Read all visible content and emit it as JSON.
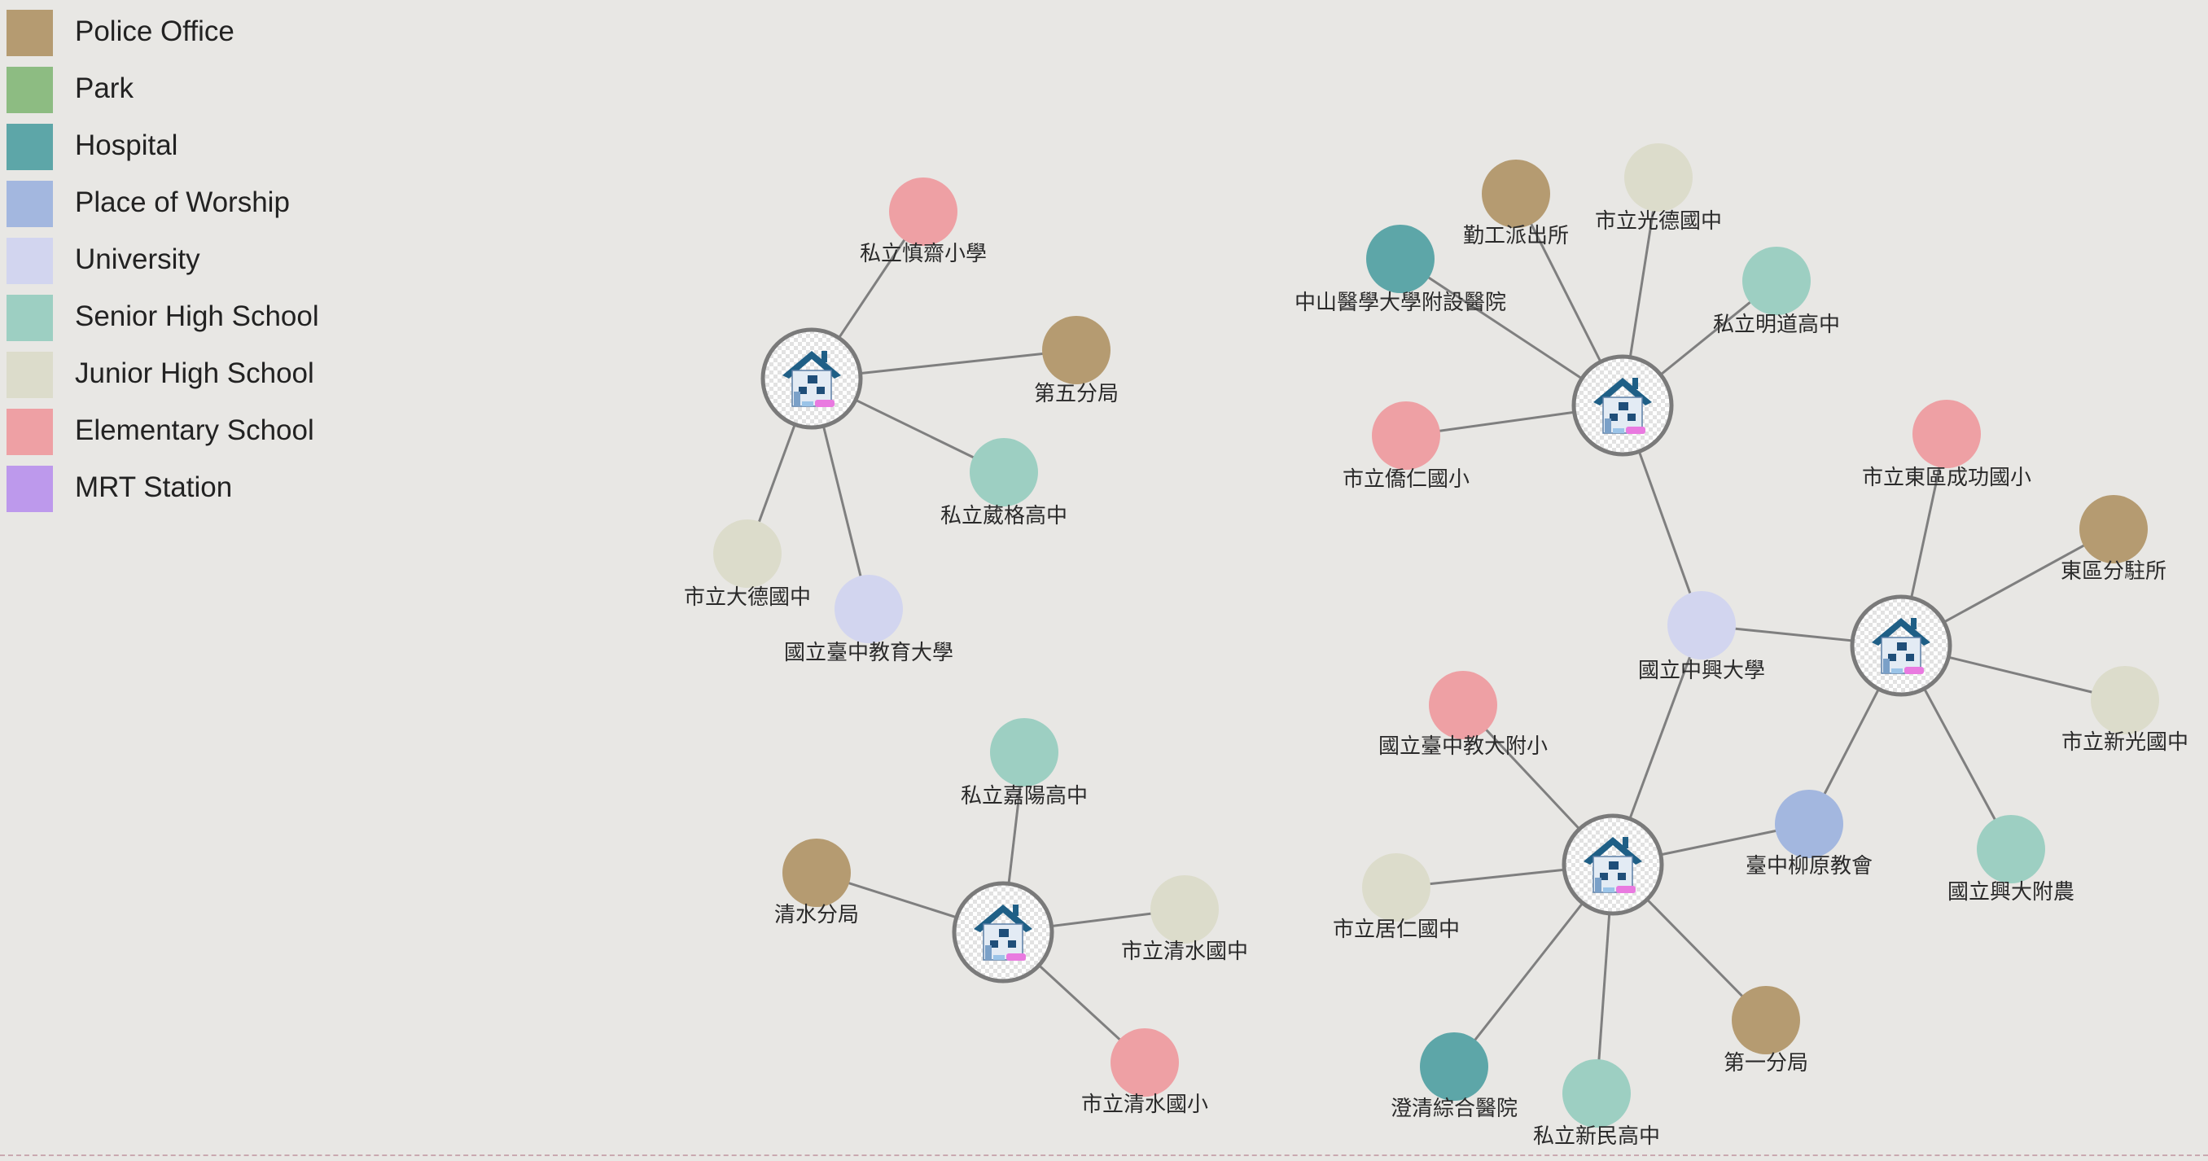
{
  "legend": [
    {
      "label": "Police Office",
      "color": "#b59b71"
    },
    {
      "label": "Park",
      "color": "#8dbc82"
    },
    {
      "label": "Hospital",
      "color": "#5da6a8"
    },
    {
      "label": "Place of Worship",
      "color": "#a3b7df"
    },
    {
      "label": "University",
      "color": "#d2d5ef"
    },
    {
      "label": "Senior High School",
      "color": "#9dcfc2"
    },
    {
      "label": "Junior High School",
      "color": "#dcdccb"
    },
    {
      "label": "Elementary School",
      "color": "#eea0a4"
    },
    {
      "label": "MRT Station",
      "color": "#bd99ec"
    }
  ],
  "home_icon": "house-icon",
  "clusters": [
    {
      "name": "home-1",
      "pois": [
        {
          "label": "私立慎齋小學",
          "category": "Elementary School"
        },
        {
          "label": "第五分局",
          "category": "Police Office"
        },
        {
          "label": "私立葳格高中",
          "category": "Senior High School"
        },
        {
          "label": "國立臺中教育大學",
          "category": "University"
        },
        {
          "label": "市立大德國中",
          "category": "Junior High School"
        }
      ]
    },
    {
      "name": "home-2",
      "pois": [
        {
          "label": "勤工派出所",
          "category": "Police Office"
        },
        {
          "label": "市立光德國中",
          "category": "Junior High School"
        },
        {
          "label": "中山醫學大學附設醫院",
          "category": "Hospital"
        },
        {
          "label": "私立明道高中",
          "category": "Senior High School"
        },
        {
          "label": "市立僑仁國小",
          "category": "Elementary School"
        },
        {
          "label": "國立中興大學",
          "category": "University"
        }
      ]
    },
    {
      "name": "home-3",
      "pois": [
        {
          "label": "國立中興大學",
          "category": "University"
        },
        {
          "label": "市立東區成功國小",
          "category": "Elementary School"
        },
        {
          "label": "東區分駐所",
          "category": "Police Office"
        },
        {
          "label": "市立新光國中",
          "category": "Junior High School"
        },
        {
          "label": "國立興大附農",
          "category": "Senior High School"
        },
        {
          "label": "臺中柳原教會",
          "category": "Place of Worship"
        }
      ]
    },
    {
      "name": "home-4",
      "pois": [
        {
          "label": "國立中興大學",
          "category": "University"
        },
        {
          "label": "國立臺中教大附小",
          "category": "Elementary School"
        },
        {
          "label": "臺中柳原教會",
          "category": "Place of Worship"
        },
        {
          "label": "市立居仁國中",
          "category": "Junior High School"
        },
        {
          "label": "第一分局",
          "category": "Police Office"
        },
        {
          "label": "私立新民高中",
          "category": "Senior High School"
        },
        {
          "label": "澄清綜合醫院",
          "category": "Hospital"
        }
      ]
    },
    {
      "name": "home-5",
      "pois": [
        {
          "label": "私立嘉陽高中",
          "category": "Senior High School"
        },
        {
          "label": "清水分局",
          "category": "Police Office"
        },
        {
          "label": "市立清水國中",
          "category": "Junior High School"
        },
        {
          "label": "市立清水國小",
          "category": "Elementary School"
        }
      ]
    }
  ]
}
